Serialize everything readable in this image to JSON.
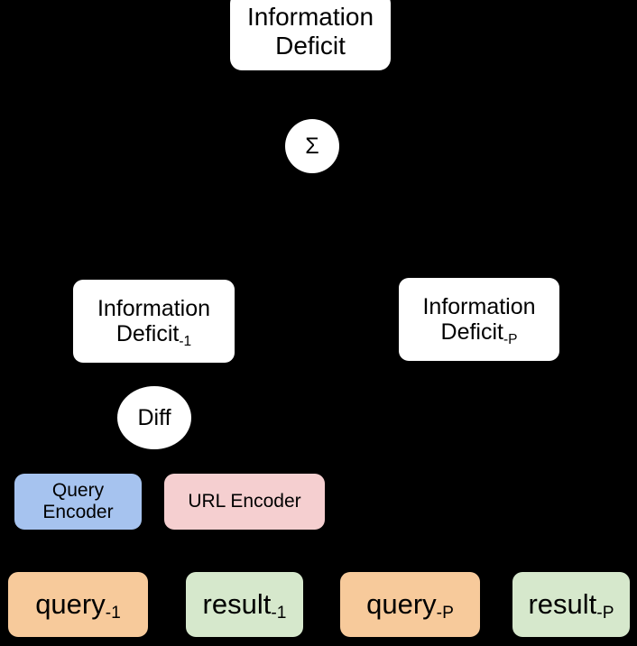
{
  "diagram": {
    "title": "Information Deficit aggregation flow",
    "background_color": "#000000",
    "colors": {
      "white": "#ffffff",
      "query_encoder": "#a6c3ef",
      "url_encoder": "#f5cfd0",
      "query_leaf": "#f7ca9b",
      "result_leaf": "#d6e8cc",
      "text": "#000000"
    }
  },
  "nodes": {
    "info_deficit_top": {
      "line1": "Information",
      "line2": "Deficit"
    },
    "sigma": {
      "label": "Σ"
    },
    "info_deficit_1": {
      "line1": "Information",
      "line2": "Deficit",
      "subscript": "-1"
    },
    "info_deficit_p": {
      "line1": "Information",
      "line2": "Deficit",
      "subscript": "-P"
    },
    "diff": {
      "label": "Diff"
    },
    "query_encoder": {
      "line1": "Query",
      "line2": "Encoder"
    },
    "url_encoder": {
      "label": "URL Encoder"
    },
    "query_1": {
      "base": "query",
      "subscript": "-1"
    },
    "result_1": {
      "base": "result",
      "subscript": "-1"
    },
    "query_p": {
      "base": "query",
      "subscript": "-P"
    },
    "result_p": {
      "base": "result",
      "subscript": "-P"
    }
  }
}
